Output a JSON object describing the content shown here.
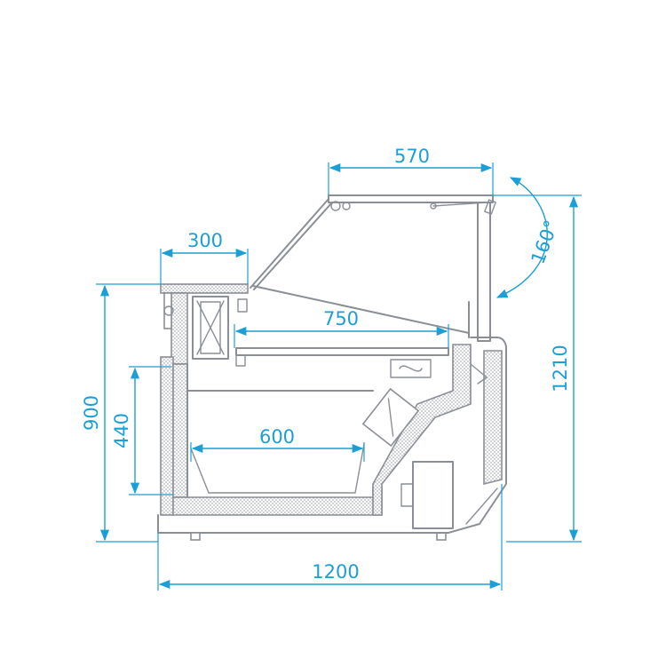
{
  "colors": {
    "dimension": "#1a9fd6",
    "outline": "#8a8f96",
    "background": "#ffffff"
  },
  "dimensions": {
    "top_glass_depth": "570",
    "top_shelf_depth": "300",
    "display_depth": "750",
    "tray_depth": "600",
    "total_depth": "1200",
    "counter_height": "900",
    "tub_height": "440",
    "total_height": "1210",
    "glass_angle": "160°"
  }
}
